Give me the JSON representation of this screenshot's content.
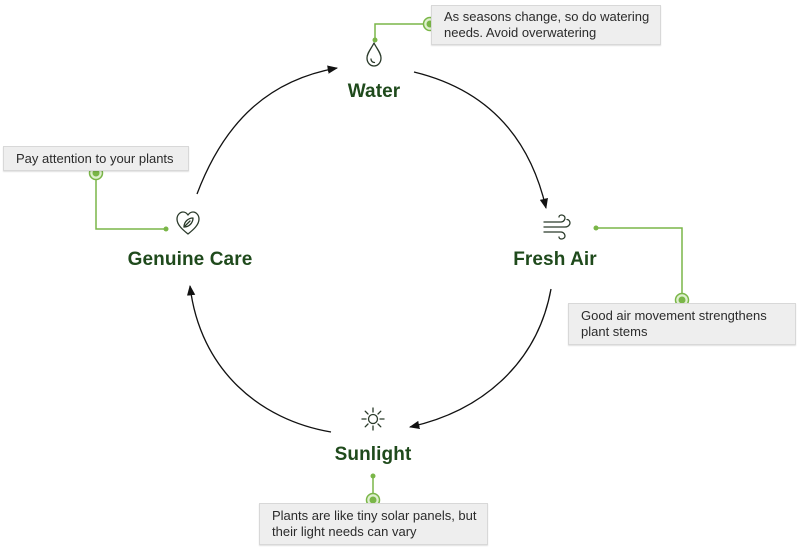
{
  "colors": {
    "accent_green": "#7ab648",
    "label_green": "#1f4a1c",
    "arrow": "#111111",
    "note_bg": "#eeeeee"
  },
  "stages": {
    "water": {
      "label": "Water",
      "icon": "water-drop-icon"
    },
    "fresh_air": {
      "label": "Fresh Air",
      "icon": "wind-icon"
    },
    "sunlight": {
      "label": "Sunlight",
      "icon": "sun-icon"
    },
    "genuine_care": {
      "label": "Genuine Care",
      "icon": "heart-leaf-icon"
    }
  },
  "notes": {
    "water": {
      "line1": "As seasons change, so do watering",
      "line2": "needs. Avoid overwatering"
    },
    "fresh_air": {
      "line1": "Good air movement strengthens",
      "line2": "plant stems"
    },
    "sunlight": {
      "line1": "Plants are like tiny solar panels, but",
      "line2": "their light needs can vary"
    },
    "genuine_care": {
      "line1": "Pay attention to your plants"
    }
  }
}
